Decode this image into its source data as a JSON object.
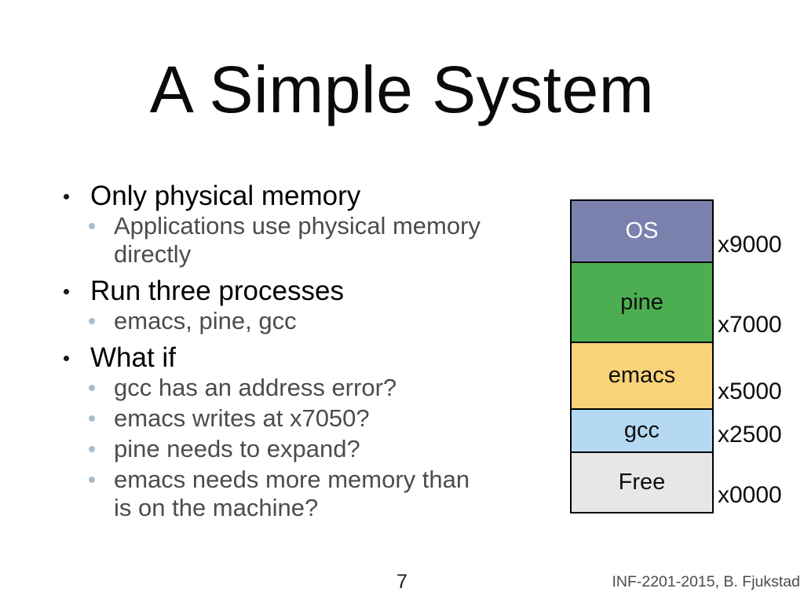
{
  "slide": {
    "title": "A Simple System",
    "bullets": [
      {
        "text": "Only physical memory",
        "subs": [
          "Applications use physical memory directly"
        ]
      },
      {
        "text": "Run three processes",
        "subs": [
          "emacs, pine, gcc"
        ]
      },
      {
        "text": "What if",
        "subs": [
          "gcc has an address error?",
          "emacs writes at x7050?",
          "pine needs to expand?",
          "emacs needs more memory than is on the machine?"
        ]
      }
    ],
    "footer": {
      "page_number": "7",
      "credit": "INF-2201-2015, B. Fjukstad"
    }
  },
  "memory_diagram": {
    "description": "Physical memory layout, top of memory to address x0000",
    "blocks": [
      {
        "label": "OS",
        "address": "x9000",
        "color": "#7b81ad",
        "text_color": "#ffffff",
        "height": 77
      },
      {
        "label": "pine",
        "address": "x7000",
        "color": "#4cae50",
        "text_color": "#0e0e0e",
        "height": 102
      },
      {
        "label": "emacs",
        "address": "x5000",
        "color": "#fad379",
        "text_color": "#0e0e0e",
        "height": 85
      },
      {
        "label": "gcc",
        "address": "x2500",
        "color": "#b5d9f2",
        "text_color": "#0e0e0e",
        "height": 55
      },
      {
        "label": "Free",
        "address": "x0000",
        "color": "#e7e7e7",
        "text_color": "#0e0e0e",
        "height": 77
      }
    ],
    "border_color": "#000000"
  }
}
